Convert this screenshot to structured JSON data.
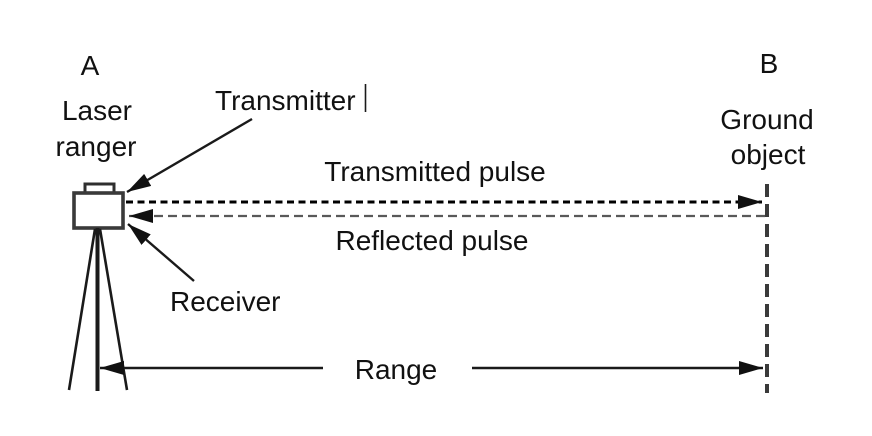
{
  "figure": {
    "colors": {
      "ink": "#111111",
      "line": "#1a1a1a",
      "transmitted_pulse": "#000000",
      "reflected_pulse": "#595959",
      "ground_dash": "#3a3a3a"
    },
    "station": {
      "point_label": "A",
      "name_line1": "Laser",
      "name_line2": "ranger"
    },
    "target": {
      "point_label": "B",
      "name_line1": "Ground",
      "name_line2": "object"
    },
    "callouts": {
      "transmitter": "Transmitter",
      "receiver": "Receiver"
    },
    "pulses": {
      "transmitted_label": "Transmitted pulse",
      "reflected_label": "Reflected pulse"
    },
    "range_label": "Range"
  }
}
